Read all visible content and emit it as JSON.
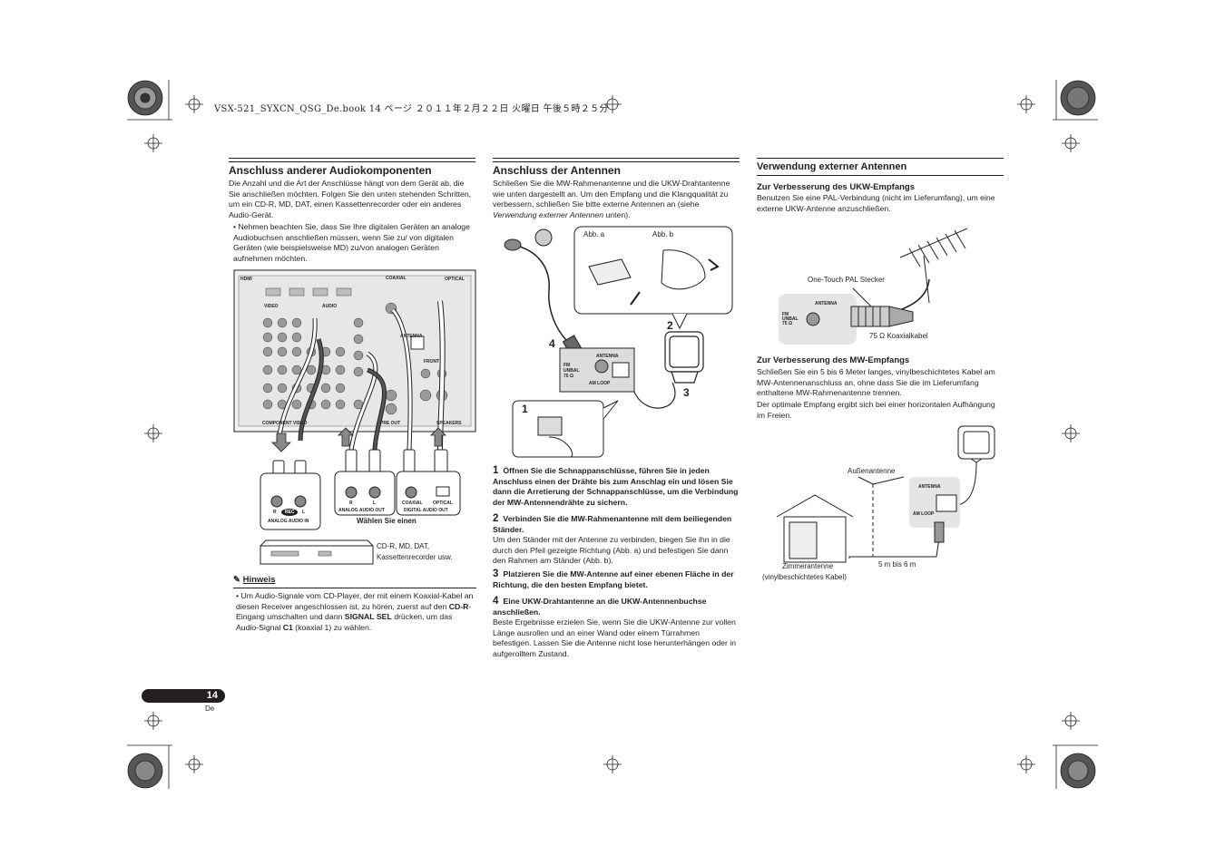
{
  "header": {
    "book_line": "VSX-521_SYXCN_QSG_De.book  14 ページ  ２０１１年２月２２日  火曜日  午後５時２５分"
  },
  "page": {
    "number": "14",
    "lang": "De"
  },
  "col1": {
    "title": "Anschluss anderer Audiokomponenten",
    "intro": "Die Anzahl und die Art der Anschlüsse hängt von dem Gerät ab, die Sie anschließen möchten. Folgen Sie den unten stehenden Schritten, um ein CD-R, MD, DAT, einen Kassettenrecorder oder ein anderes Audio-Gerät.",
    "bullet": "Nehmen beachten Sie, dass Sie Ihre digitalen Geräten an analoge Audiobuchsen anschließen müssen, wenn Sie zu/ von digitalen Geräten (wie beispielsweise MD) zu/von analogen Geräten aufnehmen möchten.",
    "diagram": {
      "hdmi": "HDMI",
      "coaxial": "COAXIAL",
      "optical": "OPTICAL",
      "video": "VIDEO",
      "audio": "AUDIO",
      "antenna": "ANTENNA",
      "front": "FRONT",
      "component_video": "COMPONENT VIDEO",
      "pre_out": "PRE OUT",
      "speakers": "SPEAKERS",
      "rec": "REC",
      "r": "R",
      "l": "L",
      "analog_audio_in": "ANALOG AUDIO IN",
      "analog_audio_out": "ANALOG AUDIO OUT",
      "coaxial_small": "COAXIAL",
      "optical_small": "OPTICAL",
      "digital_audio_out": "DIGITAL AUDIO OUT",
      "choose": "Wählen Sie einen",
      "device_caption_1": "CD-R, MD, DAT,",
      "device_caption_2": "Kassettenrecorder usw."
    },
    "note_title": "Hinweis",
    "note_1": "Um Audio-Signale vom CD-Player, der mit einem Koaxial-Kabel an diesen Receiver angeschlossen ist, zu hören, zuerst auf den ",
    "note_bold_1": "CD-R",
    "note_2": "-Eingang umschalten und dann ",
    "note_bold_2": "SIGNAL SEL",
    "note_3": " drücken, um das Audio-Signal ",
    "note_bold_3": "C1",
    "note_4": " (koaxial 1) zu wählen."
  },
  "col2": {
    "title": "Anschluss der Antennen",
    "intro_1": "Schließen Sie die MW-Rahmenantenne und die UKW-Drahtantenne wie unten dargestellt an. Um den Empfang und die Klangqualität zu verbessern, schließen Sie bitte externe Antennen an (siehe ",
    "intro_italic": "Verwendung externer Antennen",
    "intro_2": " unten).",
    "diagram": {
      "abb_a": "Abb. a",
      "abb_b": "Abb. b",
      "antenna": "ANTENNA",
      "fm": "FM",
      "unbal": "UNBAL",
      "ohm": "75 Ω",
      "am_loop": "AM LOOP",
      "n1": "1",
      "n2": "2",
      "n3": "3",
      "n4": "4"
    },
    "steps": [
      {
        "num": "1",
        "bold": "Öffnen Sie die Schnappanschlüsse, führen Sie in jeden Anschluss einen der Drähte bis zum Anschlag ein und lösen Sie dann die Arretierung der Schnappanschlüsse, um die Verbindung der MW-Antennendrähte zu sichern.",
        "text": ""
      },
      {
        "num": "2",
        "bold": "Verbinden Sie die MW-Rahmenantenne mit dem beiliegenden Ständer.",
        "text": "Um den Ständer mit der Antenne zu verbinden, biegen Sie ihn in die durch den Pfeil gezeigte Richtung (Abb. a) und befestigen Sie dann den Rahmen am Ständer (Abb. b)."
      },
      {
        "num": "3",
        "bold": "Platzieren Sie die MW-Antenne auf einer ebenen Fläche in der Richtung, die den besten Empfang bietet.",
        "text": ""
      },
      {
        "num": "4",
        "bold": "Eine UKW-Drahtantenne an die UKW-Antennenbuchse anschließen.",
        "text": "Beste Ergebnisse erzielen Sie, wenn Sie die UKW-Antenne zur vollen Länge ausrollen und an einer Wand oder einem Türrahmen befestigen. Lassen Sie die Antenne nicht lose herunterhängen oder in aufgerolltem Zustand."
      }
    ]
  },
  "col3": {
    "title": "Verwendung externer Antennen",
    "sub1": "Zur Verbesserung des UKW-Empfangs",
    "p1": "Benutzen Sie eine PAL-Verbindung (nicht im Lieferumfang), um eine externe UKW-Antenne anzuschließen.",
    "diag1": {
      "plug": "One-Touch PAL Stecker",
      "antenna": "ANTENNA",
      "fm": "FM",
      "unbal": "UNBAL",
      "ohm": "75 Ω",
      "cable": "75 Ω Koaxialkabel"
    },
    "sub2": "Zur Verbesserung des MW-Empfangs",
    "p2": "Schließen Sie ein 5 bis 6 Meter langes, vinylbeschichtetes Kabel am MW-Antennenanschluss an, ohne dass Sie die im Lieferumfang enthaltene MW-Rahmenantenne trennen.",
    "p3": "Der optimale Empfang ergibt sich bei einer horizontalen Aufhängung im Freien.",
    "diag2": {
      "outdoor": "Außenantenne",
      "antenna": "ANTENNA",
      "am_loop": "AM LOOP",
      "indoor_1": "Zimmerantenne",
      "indoor_2": "(vinylbeschichtetes Kabel)",
      "length": "5 m bis 6 m"
    }
  }
}
